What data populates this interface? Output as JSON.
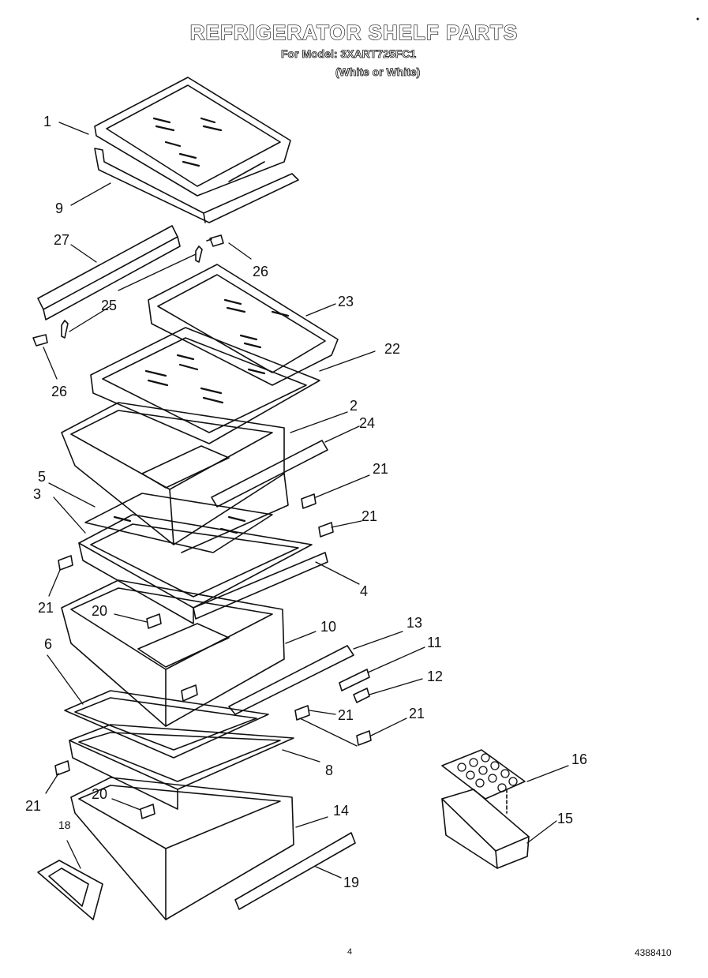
{
  "header": {
    "title": "REFRIGERATOR SHELF PARTS",
    "model_line": "For Model: 3XART725FC1",
    "color_line": "(White or White)"
  },
  "callouts": {
    "c1": "1",
    "c9": "9",
    "c27": "27",
    "c26a": "26",
    "c25": "25",
    "c23": "23",
    "c26b": "26",
    "c22": "22",
    "c2": "2",
    "c24": "24",
    "c5": "5",
    "c21a": "21",
    "c3": "3",
    "c21b": "21",
    "c21c": "21",
    "c4": "4",
    "c20a": "20",
    "c10": "10",
    "c13": "13",
    "c6": "6",
    "c11": "11",
    "c12": "12",
    "c21d": "21",
    "c21e": "21",
    "c8": "8",
    "c16": "16",
    "c21f": "21",
    "c20b": "20",
    "c14": "14",
    "c15": "15",
    "c18": "18",
    "c19": "19"
  },
  "footer": {
    "page": "4",
    "doc_number": "4388410"
  }
}
